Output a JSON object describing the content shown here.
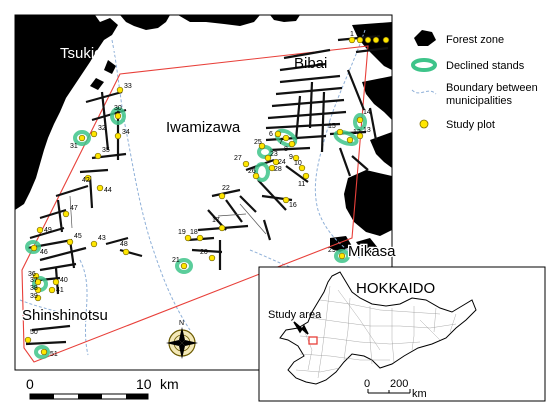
{
  "places": {
    "tsukigata": "Tsukigata",
    "bibai": "Bibai",
    "iwamizawa": "Iwamizawa",
    "mikasa": "Mikasa",
    "shinshinotsu": "Shinshinotsu"
  },
  "legend": {
    "forest": "Forest zone",
    "declined": "Declined stands",
    "boundary": "Boundary between",
    "boundary2": "municipalities",
    "plot": "Study plot"
  },
  "scale": {
    "zero": "0",
    "ten": "10",
    "unit": "km"
  },
  "north": "N",
  "inset": {
    "title": "HOKKAIDO",
    "study_area": "Study area",
    "zero": "0",
    "two_hundred": "200",
    "unit": "km"
  },
  "plots": [
    "1",
    "2",
    "3",
    "4",
    "5",
    "6",
    "7",
    "8",
    "9",
    "10",
    "11",
    "12",
    "13",
    "14",
    "15",
    "16",
    "17",
    "18",
    "19",
    "20",
    "21",
    "22",
    "23",
    "24",
    "25",
    "26",
    "27",
    "28",
    "29",
    "30",
    "31",
    "32",
    "33",
    "34",
    "35",
    "36",
    "37",
    "38",
    "39",
    "40",
    "41",
    "42",
    "43",
    "44",
    "45",
    "46",
    "47",
    "48",
    "49",
    "50",
    "51"
  ],
  "colors": {
    "forest": "#000000",
    "declined": "#3ec48a",
    "boundary_study": "#e8403a",
    "boundary_muni": "#8fb0d8",
    "plot_fill": "#ffe600",
    "plot_stroke": "#7a6a00"
  }
}
